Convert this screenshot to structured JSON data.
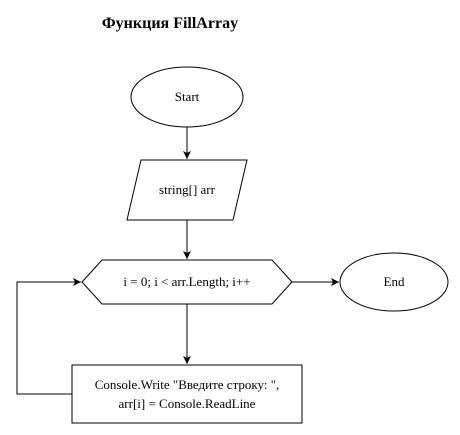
{
  "diagram": {
    "title": "Функция FillArray",
    "nodes": {
      "start": {
        "label": "Start",
        "shape": "ellipse"
      },
      "input": {
        "label": "string[] arr",
        "shape": "parallelogram"
      },
      "loop": {
        "label": "i = 0; i < arr.Length; i++",
        "shape": "hexagon"
      },
      "end": {
        "label": "End",
        "shape": "ellipse"
      },
      "body": {
        "line1": "Console.Write \"Введите строку: \",",
        "line2": "arr[i] = Console.ReadLine",
        "shape": "rectangle"
      }
    },
    "edges": [
      {
        "from": "start",
        "to": "input"
      },
      {
        "from": "input",
        "to": "loop"
      },
      {
        "from": "loop",
        "to": "end"
      },
      {
        "from": "loop",
        "to": "body"
      },
      {
        "from": "body",
        "to": "loop"
      }
    ],
    "colors": {
      "stroke": "#000000",
      "fill": "#ffffff",
      "text": "#000000"
    }
  }
}
